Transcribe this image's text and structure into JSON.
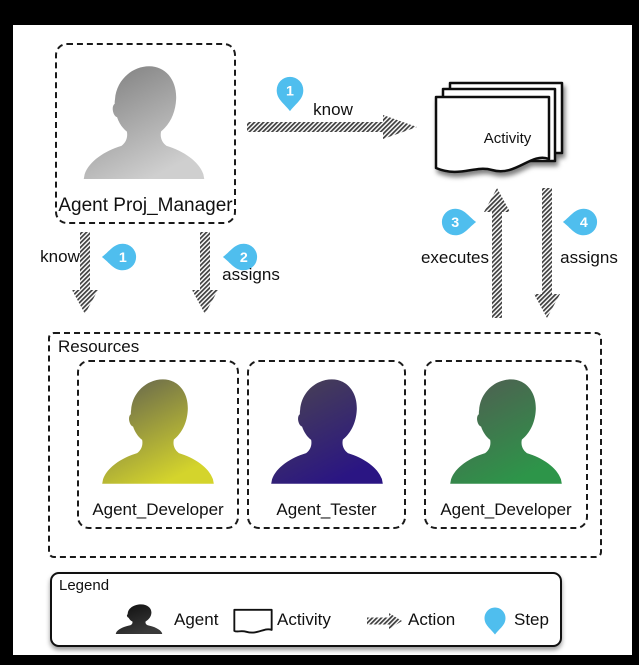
{
  "colors": {
    "pin": "#4FBEEE",
    "mgr-a": "#7a7a7a",
    "mgr-b": "#cfcfcf",
    "dev1-a": "#5c5c50",
    "dev1-b": "#d4d42c",
    "tester-a": "#4b4550",
    "tester-b": "#2a1583",
    "dev2-a": "#525a52",
    "dev2-b": "#2d9549",
    "legend-agent-a": "#0d0d0d",
    "legend-agent-b": "#3a3a3a"
  },
  "nodes": {
    "manager": {
      "label": "Agent Proj_Manager"
    },
    "activity": {
      "label": "Activity"
    },
    "resources": {
      "label": "Resources",
      "agents": [
        {
          "label": "Agent_Developer"
        },
        {
          "label": "Agent_Tester"
        },
        {
          "label": "Agent_Developer"
        }
      ]
    }
  },
  "edges": {
    "manager_knows_activity": {
      "label": "know",
      "step": "1"
    },
    "manager_knows_resources": {
      "label": "know",
      "step": "1"
    },
    "manager_assigns_resources": {
      "label": "assigns",
      "step": "2"
    },
    "resource_executes_activity": {
      "label": "executes",
      "step": "3"
    },
    "activity_assigned_resource": {
      "label": "assigns",
      "step": "4"
    }
  },
  "legend": {
    "title": "Legend",
    "items": [
      {
        "label": "Agent"
      },
      {
        "label": "Activity"
      },
      {
        "label": "Action"
      },
      {
        "label": "Step"
      }
    ]
  }
}
